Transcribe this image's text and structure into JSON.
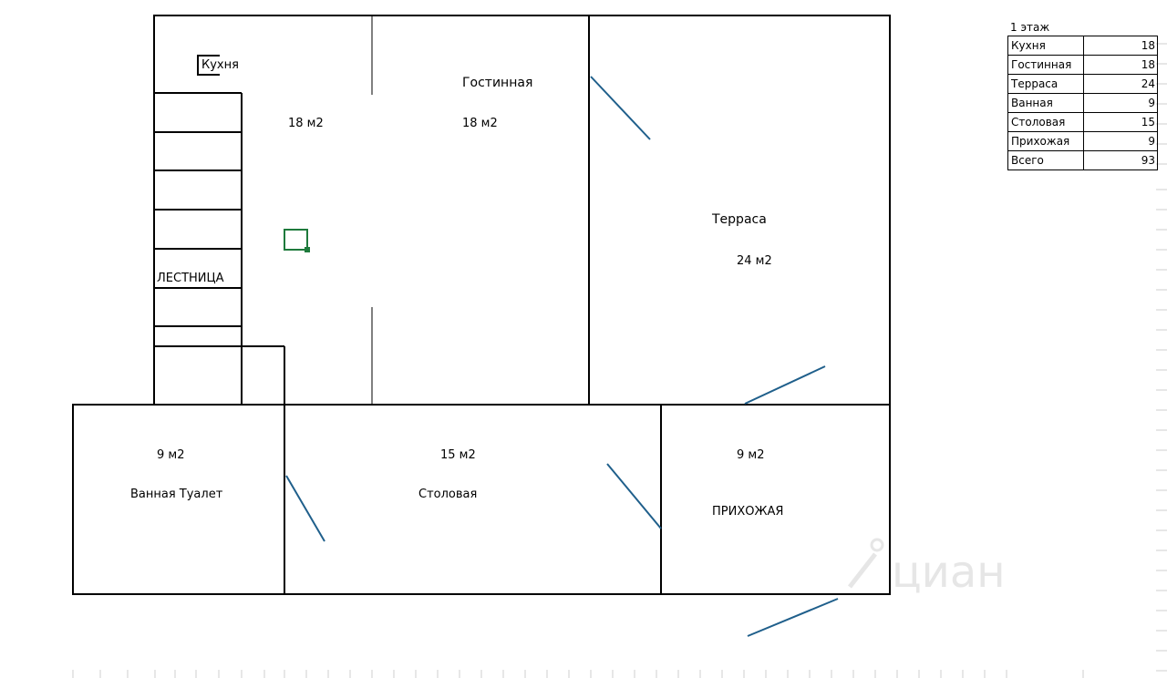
{
  "labels": {
    "kitchen": "Кухня",
    "kitchen_area": "18 м2",
    "living_title": "Гостинная",
    "living_area": "18 м2",
    "terrace_title": "Терраса",
    "terrace_area": "24 м2",
    "stairs": "ЛЕСТНИЦА",
    "bath_area": "9 м2",
    "bath_title": "Ванная Туалет",
    "dining_area": "15 м2",
    "dining_title": "Столовая",
    "hall_area": "9 м2",
    "hall_title": "ПРИХОЖАЯ"
  },
  "summary": {
    "title": "1 этаж",
    "rows": [
      {
        "name": "Кухня",
        "value": "18"
      },
      {
        "name": "Гостинная",
        "value": "18"
      },
      {
        "name": "Терраса",
        "value": "24"
      },
      {
        "name": "Ванная",
        "value": "9"
      },
      {
        "name": "Столовая",
        "value": "15"
      },
      {
        "name": "Прихожая",
        "value": "9"
      },
      {
        "name": "Всего",
        "value": "93"
      }
    ]
  },
  "watermark": "циан",
  "colors": {
    "wall": "#000000",
    "door": "#1f5f8b",
    "selection": "#1e7a3c",
    "watermark": "#e6e6e6"
  }
}
